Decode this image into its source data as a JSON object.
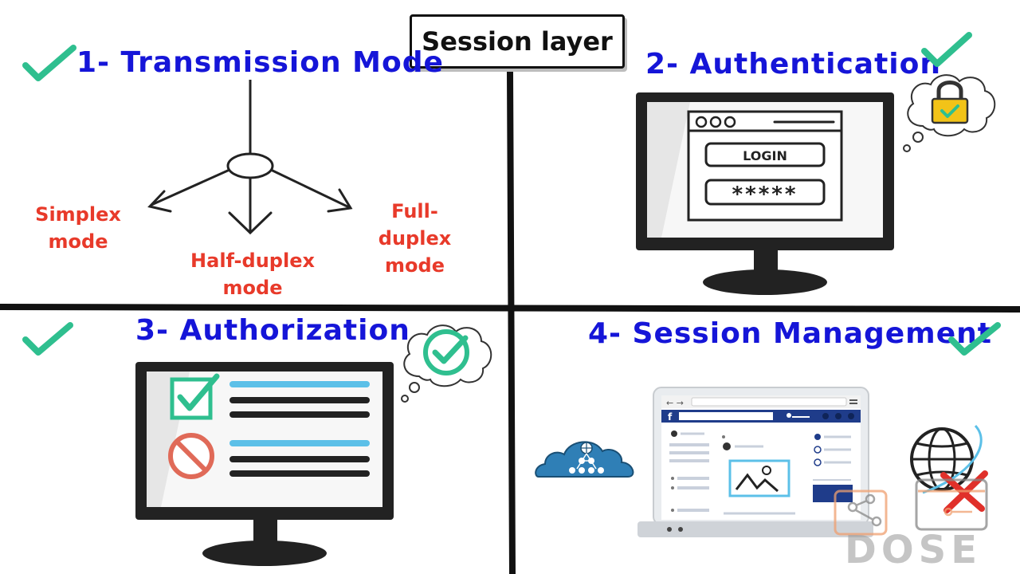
{
  "title": "Session layer",
  "sections": [
    {
      "heading": "1- Transmission Mode",
      "modes": {
        "simplex": "Simplex mode",
        "half": "Half-duplex mode",
        "full": "Full-duplex mode"
      }
    },
    {
      "heading": "2- Authentication",
      "login_label": "LOGIN",
      "password_mask": "*****"
    },
    {
      "heading": "3- Authorization"
    },
    {
      "heading": "4- Session Management",
      "browser_logo": "f"
    }
  ],
  "watermark": "DOSE",
  "colors": {
    "heading_blue": "#1515d8",
    "mode_red": "#e83a2a",
    "check_green": "#2fbf8f",
    "lock_yellow": "#f2c318",
    "list_blue": "#5cc0e8",
    "fb_blue": "#1f3c8a",
    "cloud_blue": "#2f7fb6",
    "forbid_red": "#e06a58",
    "watermark_orange": "#f0a070"
  },
  "icons": [
    "check-icon",
    "lock-icon",
    "thought-cloud-icon",
    "monitor-icon",
    "laptop-icon",
    "network-cloud-icon",
    "globe-icon",
    "cross-icon",
    "forbidden-icon",
    "checkbox-icon"
  ]
}
